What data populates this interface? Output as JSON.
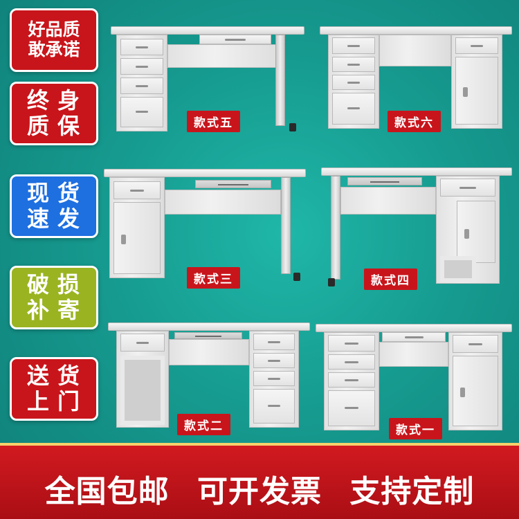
{
  "badges": [
    {
      "line1": "好品质",
      "line2": "敢承诺",
      "color": "#c8151b"
    },
    {
      "line1": "终身",
      "line2": "质保",
      "color": "#c8151b"
    },
    {
      "line1": "现货",
      "line2": "速发",
      "color": "#1e6fe0"
    },
    {
      "line1": "破损",
      "line2": "补寄",
      "color": "#9ab421"
    },
    {
      "line1": "送货",
      "line2": "上门",
      "color": "#c8151b"
    }
  ],
  "models": {
    "five": "款式五",
    "six": "款式六",
    "three": "款式三",
    "four": "款式四",
    "two": "款式二",
    "one": "款式一"
  },
  "banner": {
    "item1": "全国包邮",
    "item2": "可开发票",
    "item3": "支持定制"
  },
  "colors": {
    "background": "#169a8f",
    "badge_red": "#c8151b",
    "badge_blue": "#1e6fe0",
    "badge_green": "#9ab421",
    "banner_red": "#c8151b"
  }
}
